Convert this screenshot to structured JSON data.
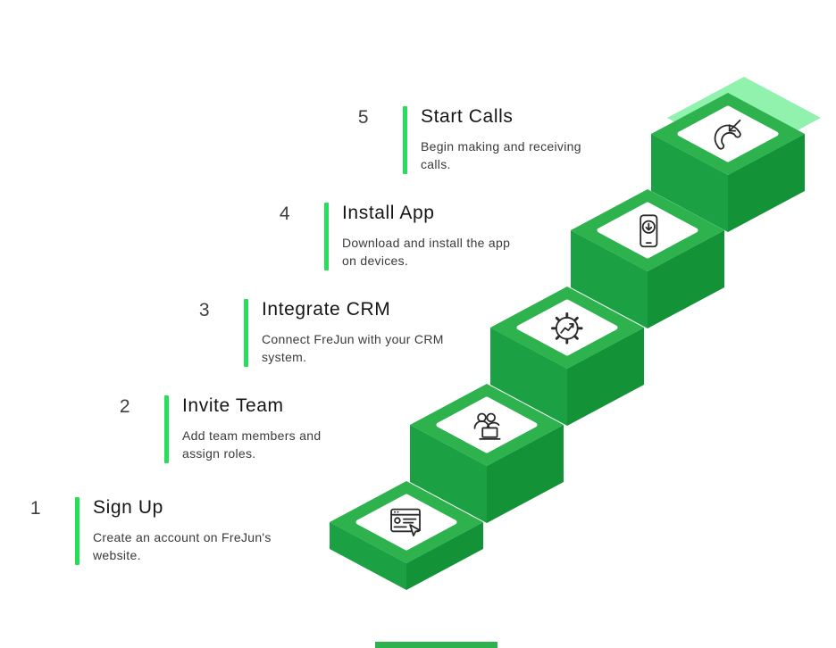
{
  "colors": {
    "step_top": "#2db24e",
    "step_side_left": "#1ba043",
    "step_side_right": "#149238",
    "accent_light": "#90f2ad",
    "accent_bar": "#25df5a",
    "icon_stroke": "#2a2a2a",
    "number_color": "#3f3f3f",
    "title_color": "#161616",
    "desc_color": "#3a3a3a"
  },
  "steps": [
    {
      "number": "1",
      "title": "Sign Up",
      "description": "Create an account on FreJun's\nwebsite.",
      "icon": "signup-form-icon"
    },
    {
      "number": "2",
      "title": "Invite Team",
      "description": "Add team members and\nassign roles.",
      "icon": "invite-team-icon"
    },
    {
      "number": "3",
      "title": "Integrate CRM",
      "description": "Connect FreJun with your CRM\nsystem.",
      "icon": "integrate-crm-icon"
    },
    {
      "number": "4",
      "title": "Install App",
      "description": "Download and install the app\non devices.",
      "icon": "install-app-icon"
    },
    {
      "number": "5",
      "title": "Start Calls",
      "description": "Begin making and receiving\ncalls.",
      "icon": "start-calls-icon"
    }
  ]
}
